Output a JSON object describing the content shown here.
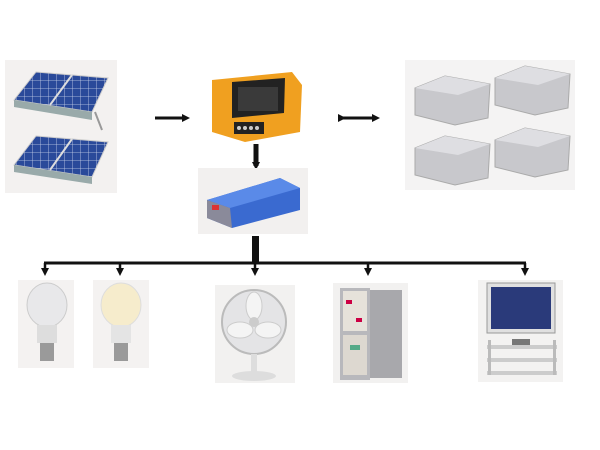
{
  "diagram": {
    "components": [
      {
        "id": "solar-panels",
        "icon": "solar-panel-icon",
        "count": 2
      },
      {
        "id": "charge-controller",
        "icon": "charge-controller-icon"
      },
      {
        "id": "batteries",
        "icon": "battery-icon",
        "count": 4
      },
      {
        "id": "inverter",
        "icon": "inverter-icon"
      },
      {
        "id": "light-bulbs",
        "icon": "light-bulb-icon",
        "count": 2
      },
      {
        "id": "fan",
        "icon": "fan-icon"
      },
      {
        "id": "refrigerator",
        "icon": "refrigerator-icon"
      },
      {
        "id": "television",
        "icon": "tv-icon"
      }
    ],
    "connections": [
      {
        "from": "solar-panels",
        "to": "charge-controller",
        "direction": "one-way"
      },
      {
        "from": "charge-controller",
        "to": "batteries",
        "direction": "two-way"
      },
      {
        "from": "charge-controller",
        "to": "inverter",
        "direction": "one-way"
      },
      {
        "from": "inverter",
        "to": "loads",
        "direction": "one-way"
      }
    ],
    "colors": {
      "controller": "#f0a020",
      "panel": "#2a4a9a",
      "battery": "#c8c8cc",
      "inverter": "#3a6ad0",
      "line": "#111111"
    }
  }
}
